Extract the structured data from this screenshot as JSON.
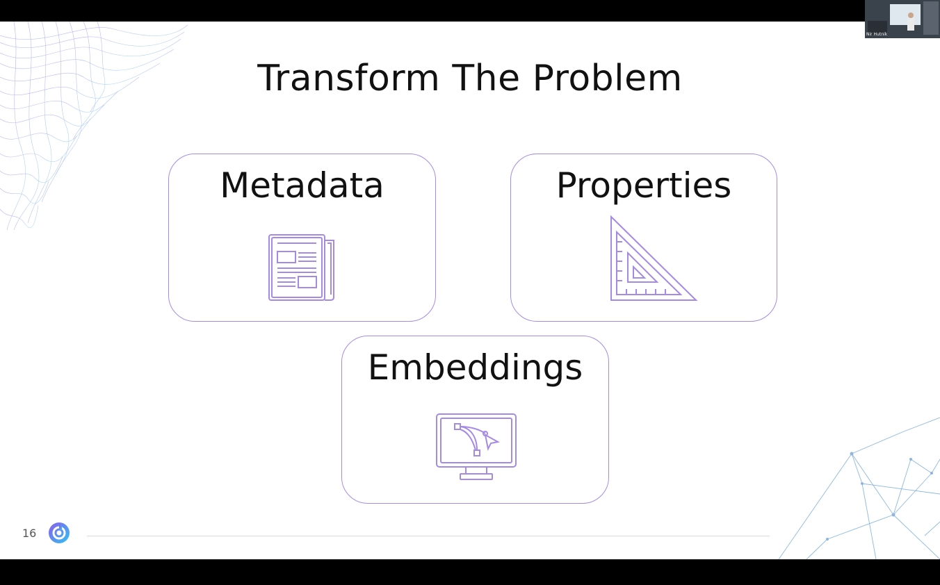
{
  "slide": {
    "title": "Transform The Problem",
    "page_number": "16",
    "cards": [
      {
        "label": "Metadata",
        "icon": "newspaper-icon"
      },
      {
        "label": "Properties",
        "icon": "set-square-ruler-icon"
      },
      {
        "label": "Embeddings",
        "icon": "vector-monitor-icon"
      }
    ]
  },
  "video": {
    "participant_name": "Nir Hutnik"
  },
  "colors": {
    "accent": "#a48ae6",
    "text": "#111111",
    "background": "#ffffff"
  }
}
